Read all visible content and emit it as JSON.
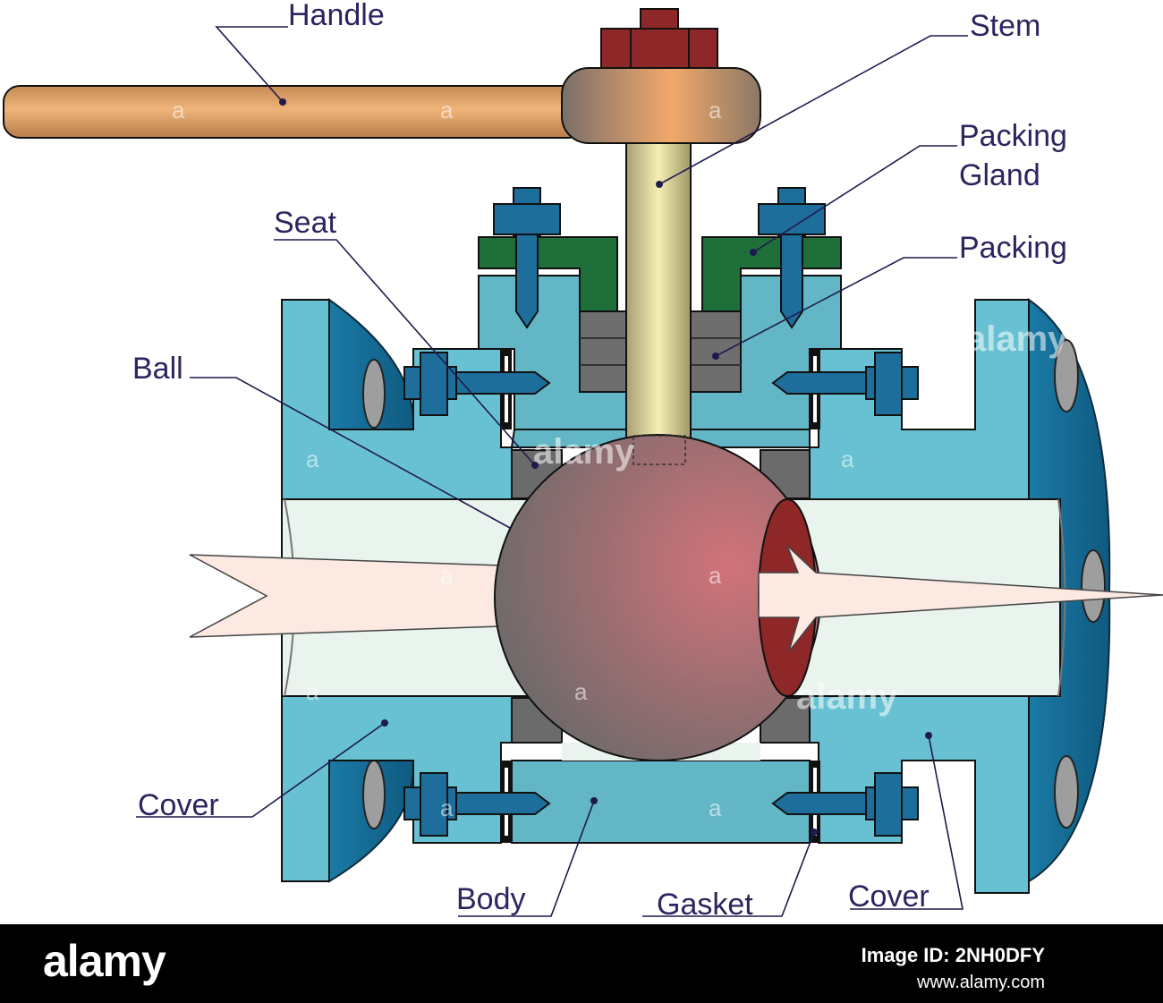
{
  "labels": {
    "handle": "Handle",
    "stem": "Stem",
    "packing_gland_line1": "Packing",
    "packing_gland_line2": "Gland",
    "packing": "Packing",
    "seat": "Seat",
    "ball": "Ball",
    "cover_left": "Cover",
    "body": "Body",
    "gasket": "Gasket",
    "cover_right": "Cover"
  },
  "watermark": {
    "mark": "a",
    "word": "alamy"
  },
  "footer": {
    "logo": "alamy",
    "image_id": "Image ID: 2NH0DFY",
    "url": "www.alamy.com"
  },
  "colors": {
    "body": "#67c1d2",
    "body_dark": "#5aaebf",
    "flange": "#176a92",
    "bolt": "#1e6e9c",
    "gland": "#1e6f3a",
    "packing": "#6e6e6e",
    "bore": "#e9f4ee",
    "ball": "#c06b72",
    "handle": "#e0a06a",
    "stem": "#d8cf9a",
    "nut": "#8e2727",
    "arrow": "#fbe9e2",
    "text": "#2b2560"
  }
}
